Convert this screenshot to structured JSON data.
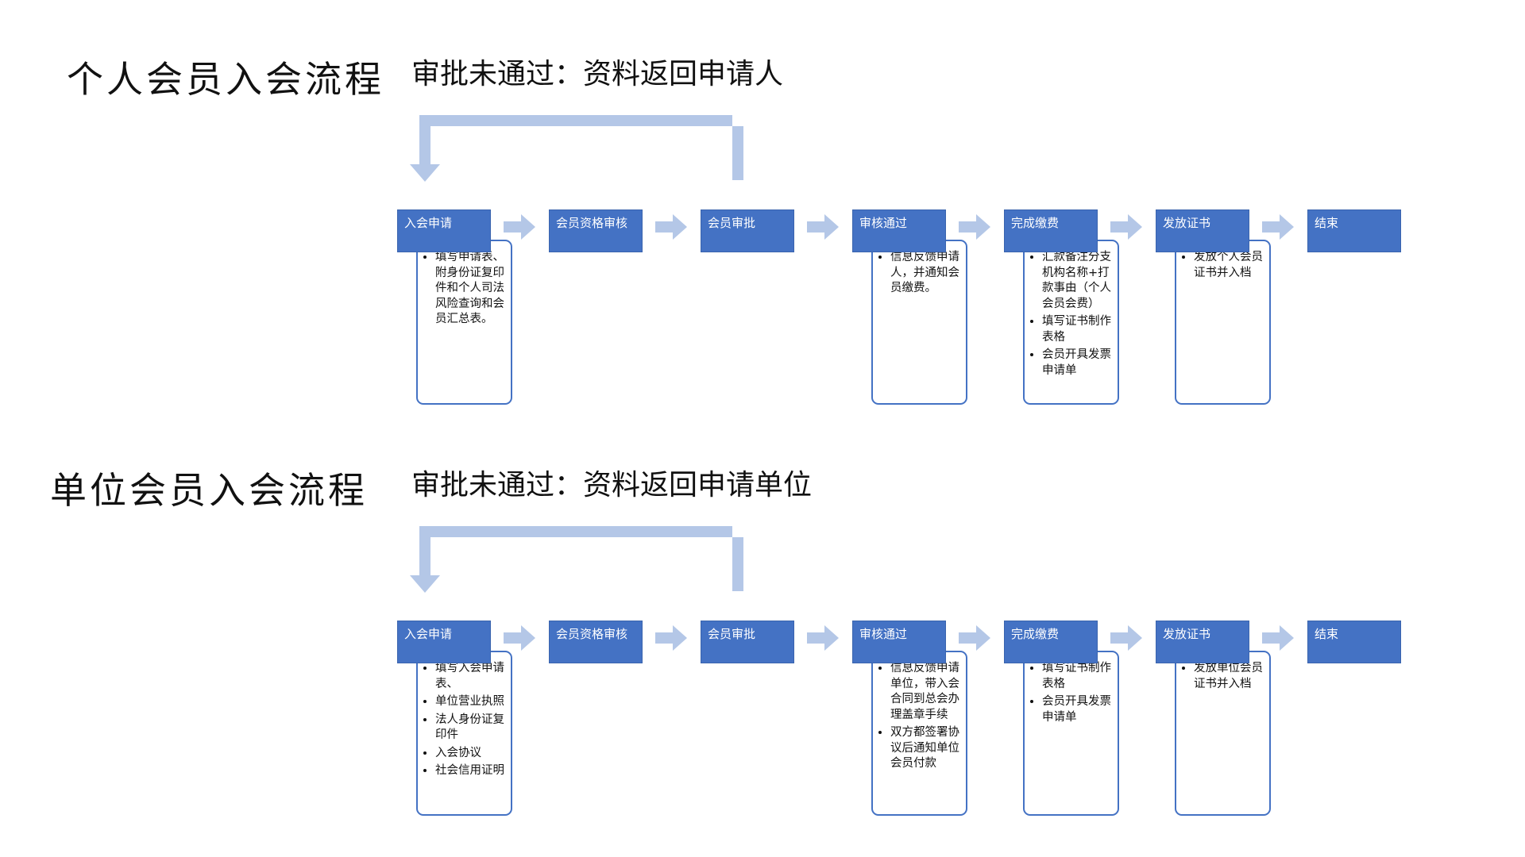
{
  "sections": [
    {
      "title": "个人会员入会流程",
      "reject_note": "审批未通过：资料返回申请人",
      "steps": [
        {
          "label": "入会申请",
          "details": [
            "填写申请表、附身份证复印件和个人司法风险查询和会员汇总表。"
          ]
        },
        {
          "label": "会员资格审核",
          "details": []
        },
        {
          "label": "会员审批",
          "details": []
        },
        {
          "label": "审核通过",
          "details": [
            "信息反馈申请人，并通知会员缴费。"
          ]
        },
        {
          "label": "完成缴费",
          "details": [
            "汇款备注分支机构名称+打款事由（个人会员会费）",
            "填写证书制作表格",
            "会员开具发票申请单"
          ]
        },
        {
          "label": "发放证书",
          "details": [
            "发放个人会员证书并入档"
          ]
        },
        {
          "label": "结束",
          "details": []
        }
      ]
    },
    {
      "title": "单位会员入会流程",
      "reject_note": "审批未通过：资料返回申请单位",
      "steps": [
        {
          "label": "入会申请",
          "details": [
            "填写入会申请表、",
            "单位营业执照",
            "法人身份证复印件",
            "入会协议",
            "社会信用证明"
          ]
        },
        {
          "label": "会员资格审核",
          "details": []
        },
        {
          "label": "会员审批",
          "details": []
        },
        {
          "label": "审核通过",
          "details": [
            "信息反馈申请单位，带入会合同到总会办理盖章手续",
            "双方都签署协议后通知单位会员付款"
          ]
        },
        {
          "label": "完成缴费",
          "details": [
            "填写证书制作表格",
            "会员开具发票申请单"
          ]
        },
        {
          "label": "发放证书",
          "details": [
            "发放单位会员证书并入档"
          ]
        },
        {
          "label": "结束",
          "details": []
        }
      ]
    }
  ],
  "colors": {
    "box_fill": "#4472C4",
    "arrow": "#B4C7E7",
    "detail_border": "#4472C4"
  }
}
